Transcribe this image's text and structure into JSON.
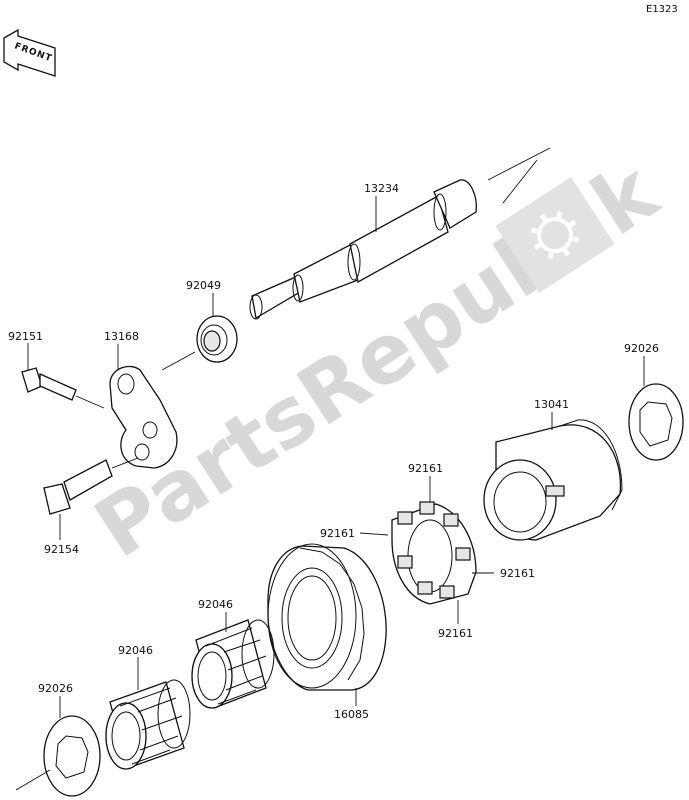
{
  "diagram": {
    "code": "E1323",
    "front_label": "FRONT",
    "watermark": "PartsRepublik",
    "watermark_color": "#d8d8d8",
    "line_color": "#111111"
  },
  "parts": {
    "p13234": "13234",
    "p92049": "92049",
    "p92151": "92151",
    "p13168": "13168",
    "p92154": "92154",
    "p92026_top": "92026",
    "p13041": "13041",
    "p92161_top": "92161",
    "p92161_left": "92161",
    "p92161_right": "92161",
    "p92161_bottom": "92161",
    "p92046_upper": "92046",
    "p92046_lower": "92046",
    "p92026_bottom": "92026",
    "p16085": "16085"
  }
}
